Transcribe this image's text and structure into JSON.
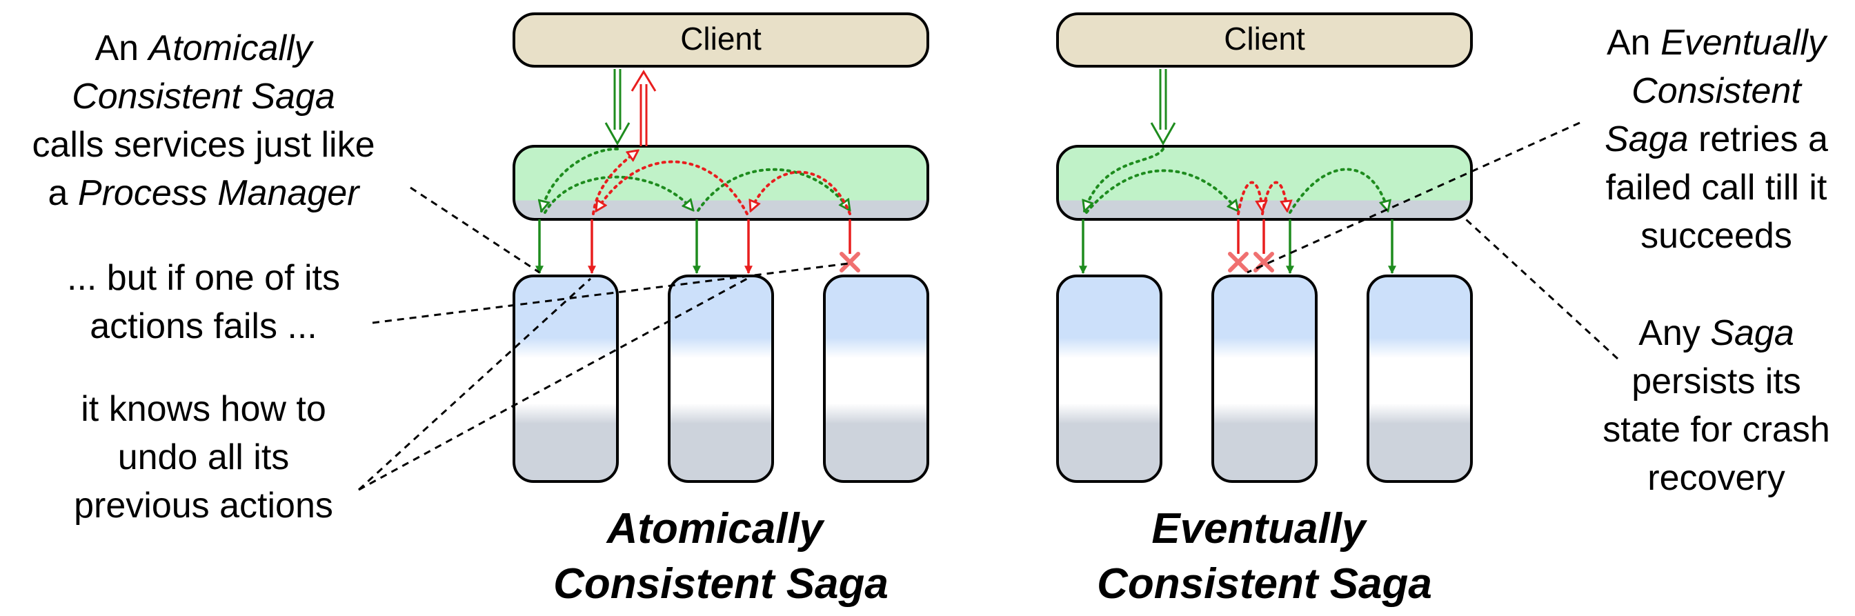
{
  "left": {
    "client_label": "Client",
    "title_lines": [
      "Atomically",
      "Consistent Saga"
    ],
    "note_intro": {
      "lines": [
        [
          {
            "t": "An "
          },
          {
            "t": "Atomically",
            "i": true
          }
        ],
        [
          {
            "t": "Consistent Saga",
            "i": true
          }
        ],
        [
          {
            "t": "calls services just like"
          }
        ],
        [
          {
            "t": "a "
          },
          {
            "t": "Process Manager",
            "i": true
          }
        ]
      ]
    },
    "note_fail": {
      "lines": [
        [
          {
            "t": "... but if one of its"
          }
        ],
        [
          {
            "t": "actions fails ..."
          }
        ]
      ]
    },
    "note_undo": {
      "lines": [
        [
          {
            "t": "it knows how to"
          }
        ],
        [
          {
            "t": "undo all its"
          }
        ],
        [
          {
            "t": "previous actions"
          }
        ]
      ]
    }
  },
  "right": {
    "client_label": "Client",
    "title_lines": [
      "Eventually",
      "Consistent Saga"
    ],
    "note_retry": {
      "lines": [
        [
          {
            "t": "An "
          },
          {
            "t": "Eventually",
            "i": true
          }
        ],
        [
          {
            "t": "Consistent",
            "i": true
          }
        ],
        [
          {
            "t": "Saga",
            "i": true
          },
          {
            "t": " retries a"
          }
        ],
        [
          {
            "t": "failed call till it"
          }
        ],
        [
          {
            "t": "succeeds"
          }
        ]
      ]
    },
    "note_persist": {
      "lines": [
        [
          {
            "t": "Any "
          },
          {
            "t": "Saga",
            "i": true
          }
        ],
        [
          {
            "t": "persists its"
          }
        ],
        [
          {
            "t": "state for crash"
          }
        ],
        [
          {
            "t": "recovery"
          }
        ]
      ]
    }
  },
  "colors": {
    "client_fill": "#e8e0c8",
    "saga_fill": "#c0f2c8",
    "saga_state": "#ccd2da",
    "service_top": "#cce0fa",
    "service_bottom": "#cdd3dc",
    "call_arrow": "#1e8c1e",
    "compensate_arrow": "#e81e1e",
    "failure_mark": "#f07070"
  }
}
